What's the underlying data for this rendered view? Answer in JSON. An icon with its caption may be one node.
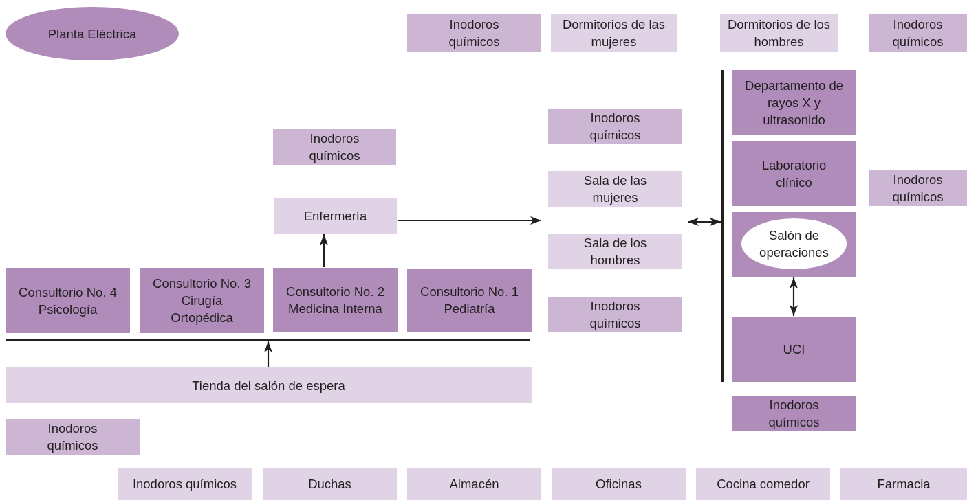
{
  "diagram": {
    "nodes": [
      {
        "text": [
          "Planta Eléctrica"
        ]
      },
      {
        "text": [
          "Inodoros químicos"
        ]
      },
      {
        "text": [
          "Dormitorios de las mujeres"
        ]
      },
      {
        "text": [
          "Dormitorios de los hombres"
        ]
      },
      {
        "text": [
          "Inodoros químicos"
        ]
      },
      {
        "text": [],
        "shape": "bar"
      },
      {
        "text": [
          "Departamento de rayos X y ultrasonido"
        ]
      },
      {
        "text": [
          "Inodoros químicos"
        ]
      },
      {
        "text": [
          "Inodoros químicos"
        ]
      },
      {
        "text": [
          "Laboratorio clínico"
        ]
      },
      {
        "text": [
          "Inodoros químicos"
        ]
      },
      {
        "text": [
          "Sala de las mujeres"
        ]
      },
      {
        "text": [
          "Enfermería"
        ]
      },
      {
        "text": [],
        "shape": "box"
      },
      {
        "text": [
          "Salón de operaciones"
        ],
        "in": 13
      },
      {
        "text": [
          "Sala de los hombres"
        ]
      },
      {
        "text": [
          "Consultorio No. 4 Psicología"
        ]
      },
      {
        "text": [
          "Consultorio No. 3 Cirugía Ortopédica"
        ]
      },
      {
        "text": [
          "Consultorio No. 2 Medicina Interna"
        ]
      },
      {
        "text": [
          "Consultorio No. 1 Pediatría"
        ]
      },
      {
        "text": [
          "Inodoros químicos"
        ]
      },
      {
        "text": [
          "UCI"
        ]
      },
      {
        "text": [],
        "shape": "bar"
      },
      {
        "text": [
          "Tienda del salón de espera"
        ]
      },
      {
        "text": [
          "Inodoros químicos"
        ]
      },
      {
        "text": [
          "Inodoros químicos"
        ]
      },
      {
        "text": [
          "Inodoros químicos"
        ]
      },
      {
        "text": [
          "Duchas"
        ]
      },
      {
        "text": [
          "Almacén"
        ]
      },
      {
        "text": [
          "Oficinas"
        ]
      },
      {
        "text": [
          "Cocina comedor"
        ]
      },
      {
        "text": [
          "Farmacia"
        ]
      }
    ],
    "edges": [
      {
        "from": 18,
        "to": 12,
        "arrow": "to"
      },
      {
        "from": 23,
        "to": 22,
        "arrow": "to"
      },
      {
        "from": 12,
        "to": 11,
        "arrow": "to"
      },
      {
        "from": 11,
        "to": 5,
        "arrow": "both"
      },
      {
        "from": 13,
        "to": 21,
        "arrow": "both"
      }
    ]
  }
}
